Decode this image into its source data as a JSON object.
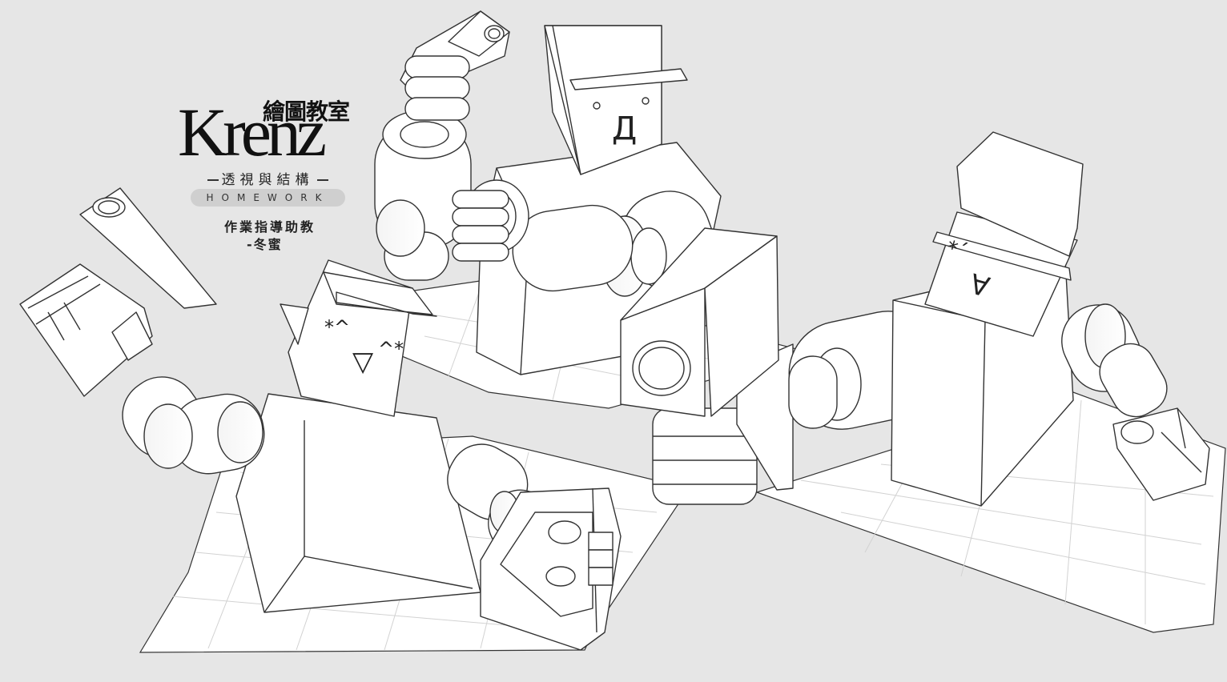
{
  "logo": {
    "cn_title": "繪圖教室",
    "brand": "Krenz",
    "subtitle": "透視與結構",
    "badge": "HOMEWORK",
    "tutor_label": "作業指導助教",
    "tutor_name": "-冬蜜"
  },
  "faces": {
    "top_robot": "Д",
    "left_robot_eyes_left": "*^",
    "left_robot_eyes_right": "^*",
    "left_robot_mouth": "▽",
    "right_robot_eyes": "*´",
    "right_robot_mouth": "A"
  },
  "colors": {
    "background": "#e6e6e6",
    "line": "#333333",
    "fill": "#ffffff",
    "grid": "#cfcfcf"
  }
}
